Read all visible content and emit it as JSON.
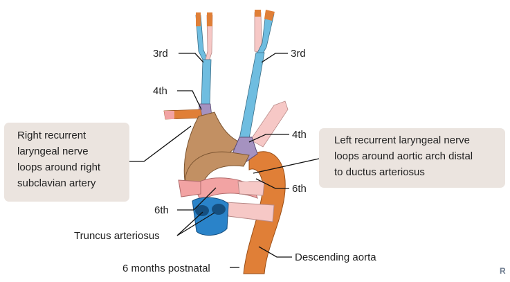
{
  "colors": {
    "aorta": "#e07f37",
    "aorta_dark": "#b45d1c",
    "third_arch": "#6fbde0",
    "fourth_arch": "#a592c0",
    "sixth_arch": "#f2a3a3",
    "truncus": "#2a83c9",
    "pink_vessel": "#f6c8c6",
    "brown_segment": "#c29063",
    "callout_bg": "#ebe4df"
  },
  "labels": {
    "third_right": "3rd",
    "third_left": "3rd",
    "fourth_right": "4th",
    "fourth_left": "4th",
    "sixth_right": "6th",
    "sixth_left": "6th",
    "truncus": "Truncus arteriosus",
    "descending_aorta": "Descending aorta",
    "age": "6 months postnatal"
  },
  "callouts": {
    "right": [
      "Right recurrent",
      "laryngeal nerve",
      "loops around right",
      "subclavian artery"
    ],
    "left": [
      "Left recurrent laryngeal nerve",
      "loops around aortic arch distal",
      "to ductus arteriosus"
    ]
  },
  "corner_mark": "R"
}
